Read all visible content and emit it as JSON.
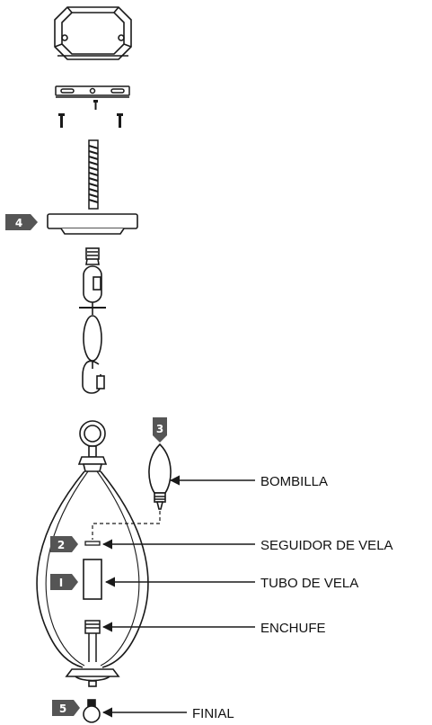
{
  "labels": {
    "bombilla": "BOMBILLA",
    "seguidor": "SEGUIDOR DE VELA",
    "tubo": "TUBO DE VELA",
    "enchufe": "ENCHUFE",
    "finial": "FINIAL"
  },
  "steps": {
    "s1": "I",
    "s2": "2",
    "s3": "3",
    "s4": "4",
    "s5": "5"
  },
  "colors": {
    "line": "#1a1a1a",
    "badge": "#555555"
  }
}
